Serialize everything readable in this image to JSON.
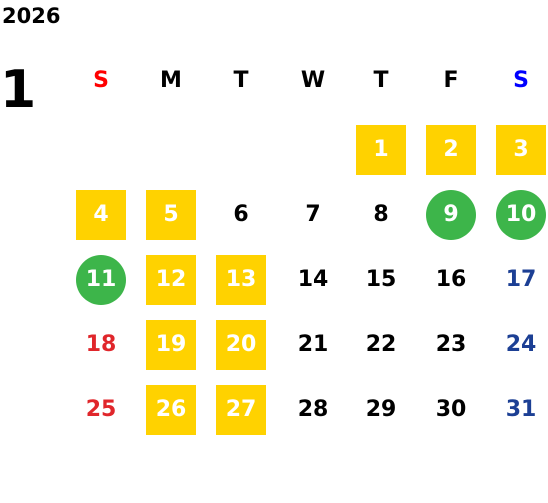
{
  "year": "2026",
  "month": "1",
  "colors": {
    "highlight_yellow": "#FFD200",
    "highlight_green": "#3DB54A",
    "sunday_red": "#E0262B",
    "saturday_blue": "#1C3F94",
    "weekday_header_sun": "#FF0000",
    "weekday_header_sat": "#0000FF"
  },
  "weekdays": [
    "S",
    "M",
    "T",
    "W",
    "T",
    "F",
    "S"
  ],
  "weeks": [
    [
      {
        "day": "",
        "style": "none"
      },
      {
        "day": "",
        "style": "none"
      },
      {
        "day": "",
        "style": "none"
      },
      {
        "day": "",
        "style": "none"
      },
      {
        "day": "1",
        "style": "yellow"
      },
      {
        "day": "2",
        "style": "yellow"
      },
      {
        "day": "3",
        "style": "yellow"
      }
    ],
    [
      {
        "day": "4",
        "style": "yellow"
      },
      {
        "day": "5",
        "style": "yellow"
      },
      {
        "day": "6",
        "style": "plain"
      },
      {
        "day": "7",
        "style": "plain"
      },
      {
        "day": "8",
        "style": "plain"
      },
      {
        "day": "9",
        "style": "green"
      },
      {
        "day": "10",
        "style": "green"
      }
    ],
    [
      {
        "day": "11",
        "style": "green"
      },
      {
        "day": "12",
        "style": "yellow"
      },
      {
        "day": "13",
        "style": "yellow"
      },
      {
        "day": "14",
        "style": "plain"
      },
      {
        "day": "15",
        "style": "plain"
      },
      {
        "day": "16",
        "style": "plain"
      },
      {
        "day": "17",
        "style": "blue"
      }
    ],
    [
      {
        "day": "18",
        "style": "red"
      },
      {
        "day": "19",
        "style": "yellow"
      },
      {
        "day": "20",
        "style": "yellow"
      },
      {
        "day": "21",
        "style": "plain"
      },
      {
        "day": "22",
        "style": "plain"
      },
      {
        "day": "23",
        "style": "plain"
      },
      {
        "day": "24",
        "style": "blue"
      }
    ],
    [
      {
        "day": "25",
        "style": "red"
      },
      {
        "day": "26",
        "style": "yellow"
      },
      {
        "day": "27",
        "style": "yellow"
      },
      {
        "day": "28",
        "style": "plain"
      },
      {
        "day": "29",
        "style": "plain"
      },
      {
        "day": "30",
        "style": "plain"
      },
      {
        "day": "31",
        "style": "blue"
      }
    ]
  ]
}
